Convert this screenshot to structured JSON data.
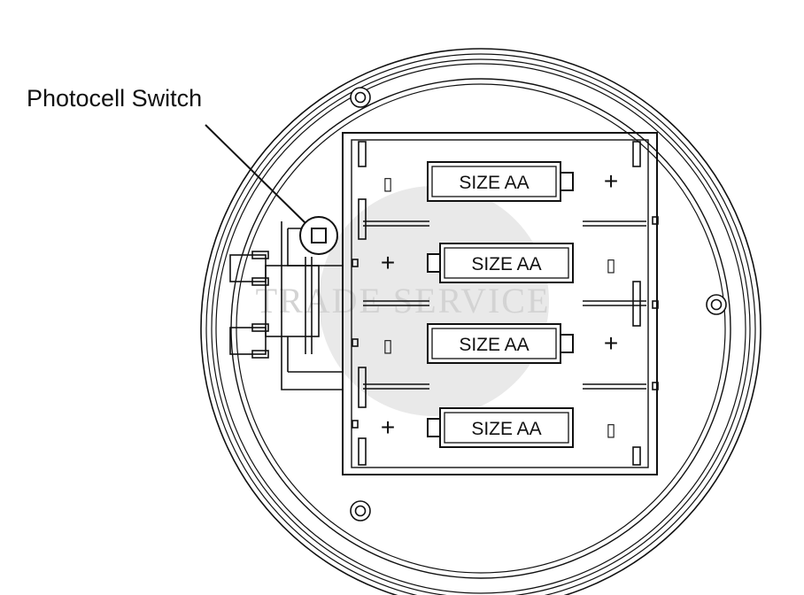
{
  "labels": {
    "photocell_switch": "Photocell Switch"
  },
  "batteries": [
    {
      "label": "SIZE AA",
      "left_terminal": "-",
      "right_terminal": "+"
    },
    {
      "label": "SIZE AA",
      "left_terminal": "+",
      "right_terminal": "-"
    },
    {
      "label": "SIZE AA",
      "left_terminal": "-",
      "right_terminal": "+"
    },
    {
      "label": "SIZE AA",
      "left_terminal": "+",
      "right_terminal": "-"
    }
  ],
  "watermark": "TRADE SERVICE",
  "colors": {
    "line": "#111111",
    "watermark_circle": "#e9e9e9",
    "watermark_text": "#d3d3d3"
  }
}
